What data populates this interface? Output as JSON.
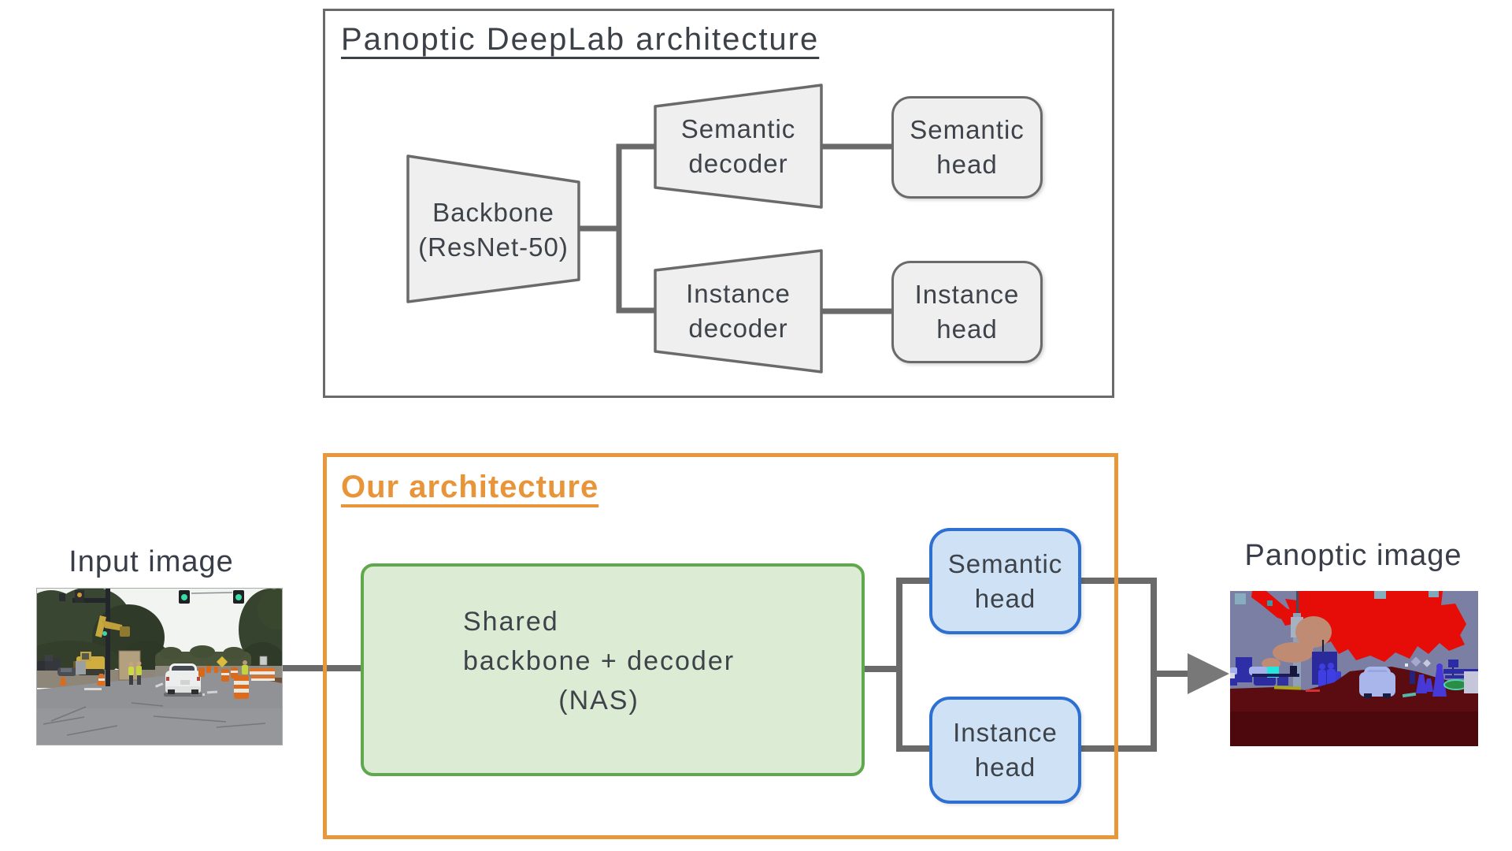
{
  "slide": {
    "top_diagram": {
      "title": "Panoptic DeepLab architecture",
      "nodes": {
        "backbone": {
          "line1": "Backbone",
          "line2": "(ResNet-50)"
        },
        "semantic_decoder": {
          "line1": "Semantic",
          "line2": "decoder"
        },
        "instance_decoder": {
          "line1": "Instance",
          "line2": "decoder"
        },
        "semantic_head": {
          "line1": "Semantic",
          "line2": "head"
        },
        "instance_head": {
          "line1": "Instance",
          "line2": "head"
        }
      }
    },
    "our_diagram": {
      "title": "Our architecture",
      "shared_box": {
        "line1": "Shared",
        "line2": "backbone + decoder",
        "line3": "(NAS)"
      },
      "semantic_head": {
        "line1": "Semantic",
        "line2": "head"
      },
      "instance_head": {
        "line1": "Instance",
        "line2": "head"
      }
    },
    "input_label": "Input image",
    "output_label": "Panoptic image",
    "colors": {
      "diagram_line_gray": "#6a6a6a",
      "node_fill_gray": "#efefef",
      "orange_accent": "#E8973A",
      "green_border": "#5FA84D",
      "green_fill": "#DCEBD4",
      "blue_border": "#2E6FD2",
      "blue_fill": "#CEE1F5",
      "arrow_gray": "#787878",
      "text_dark": "#3e434a",
      "panoptic_red": "#e60d09",
      "panoptic_road": "#5a0c11",
      "panoptic_sky": "#7b7fa3"
    }
  }
}
